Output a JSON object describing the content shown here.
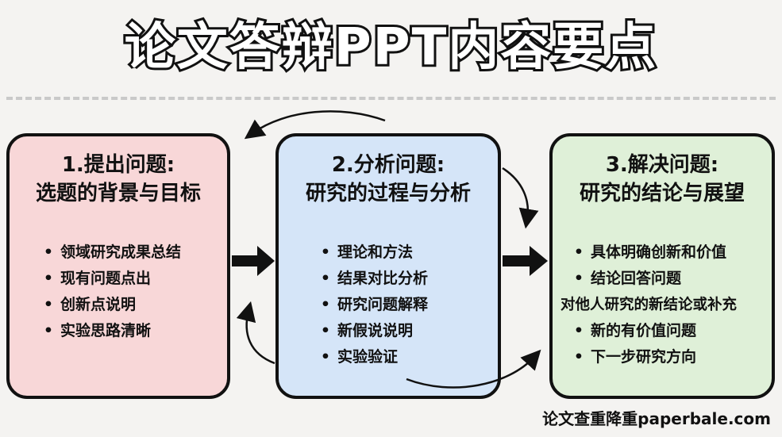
{
  "title": "论文答辩PPT内容要点",
  "cards": [
    {
      "head_line1": "1.提出问题:",
      "head_line2": "选题的背景与目标",
      "color": "#f8d7d8",
      "items": [
        "领域研究成果总结",
        "现有问题点出",
        "创新点说明",
        "实验思路清晰"
      ]
    },
    {
      "head_line1": "2.分析问题:",
      "head_line2": "研究的过程与分析",
      "color": "#d5e5f8",
      "items": [
        "理论和方法",
        "结果对比分析",
        "研究问题解释",
        "新假说说明",
        "实验验证"
      ]
    },
    {
      "head_line1": "3.解决问题:",
      "head_line2": "研究的结论与展望",
      "color": "#dff0d8",
      "items": [
        "具体明确创新和价值",
        "结论回答问题",
        "对他人研究的新结论或补充",
        "新的有价值问题",
        "下一步研究方向"
      ]
    }
  ],
  "bullet": "•",
  "footer": "论文查重降重paperbale.com"
}
